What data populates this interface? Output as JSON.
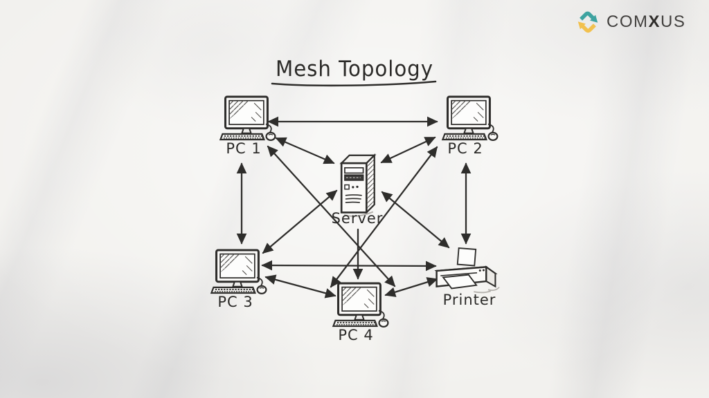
{
  "brand": {
    "logo_icon": "swap-arrows-icon",
    "logo_text_prefix": "COM",
    "logo_text_emphasis": "X",
    "logo_text_suffix": "US",
    "icon_color_teal": "#3EA3A0",
    "icon_color_yellow": "#F2C14E",
    "text_color": "#413F3D"
  },
  "diagram": {
    "title": "Mesh Topology",
    "style": "hand-drawn sketch",
    "ink_color": "#2E2D2B",
    "background_color": "#F2F1EE",
    "nodes": [
      {
        "id": "pc1",
        "label": "PC 1",
        "type": "desktop-computer",
        "position": "top-left"
      },
      {
        "id": "pc2",
        "label": "PC 2",
        "type": "desktop-computer",
        "position": "top-right"
      },
      {
        "id": "server",
        "label": "Server",
        "type": "server-tower",
        "position": "center"
      },
      {
        "id": "pc3",
        "label": "PC 3",
        "type": "desktop-computer",
        "position": "bottom-left"
      },
      {
        "id": "pc4",
        "label": "PC 4",
        "type": "desktop-computer",
        "position": "bottom-center"
      },
      {
        "id": "printer",
        "label": "Printer",
        "type": "printer",
        "position": "bottom-right"
      }
    ],
    "connections": [
      {
        "from": "pc1",
        "to": "pc2",
        "arrows": "bidirectional"
      },
      {
        "from": "pc1",
        "to": "pc3",
        "arrows": "bidirectional"
      },
      {
        "from": "pc1",
        "to": "server",
        "arrows": "bidirectional"
      },
      {
        "from": "pc1",
        "to": "pc4",
        "arrows": "bidirectional"
      },
      {
        "from": "pc2",
        "to": "server",
        "arrows": "bidirectional"
      },
      {
        "from": "pc2",
        "to": "printer",
        "arrows": "bidirectional"
      },
      {
        "from": "pc2",
        "to": "pc4",
        "arrows": "bidirectional"
      },
      {
        "from": "pc3",
        "to": "server",
        "arrows": "bidirectional"
      },
      {
        "from": "pc3",
        "to": "printer",
        "arrows": "bidirectional"
      },
      {
        "from": "pc3",
        "to": "pc4",
        "arrows": "bidirectional"
      },
      {
        "from": "server",
        "to": "pc4",
        "arrows": "to-pc4"
      },
      {
        "from": "server",
        "to": "printer",
        "arrows": "bidirectional"
      },
      {
        "from": "pc4",
        "to": "printer",
        "arrows": "bidirectional"
      }
    ]
  }
}
